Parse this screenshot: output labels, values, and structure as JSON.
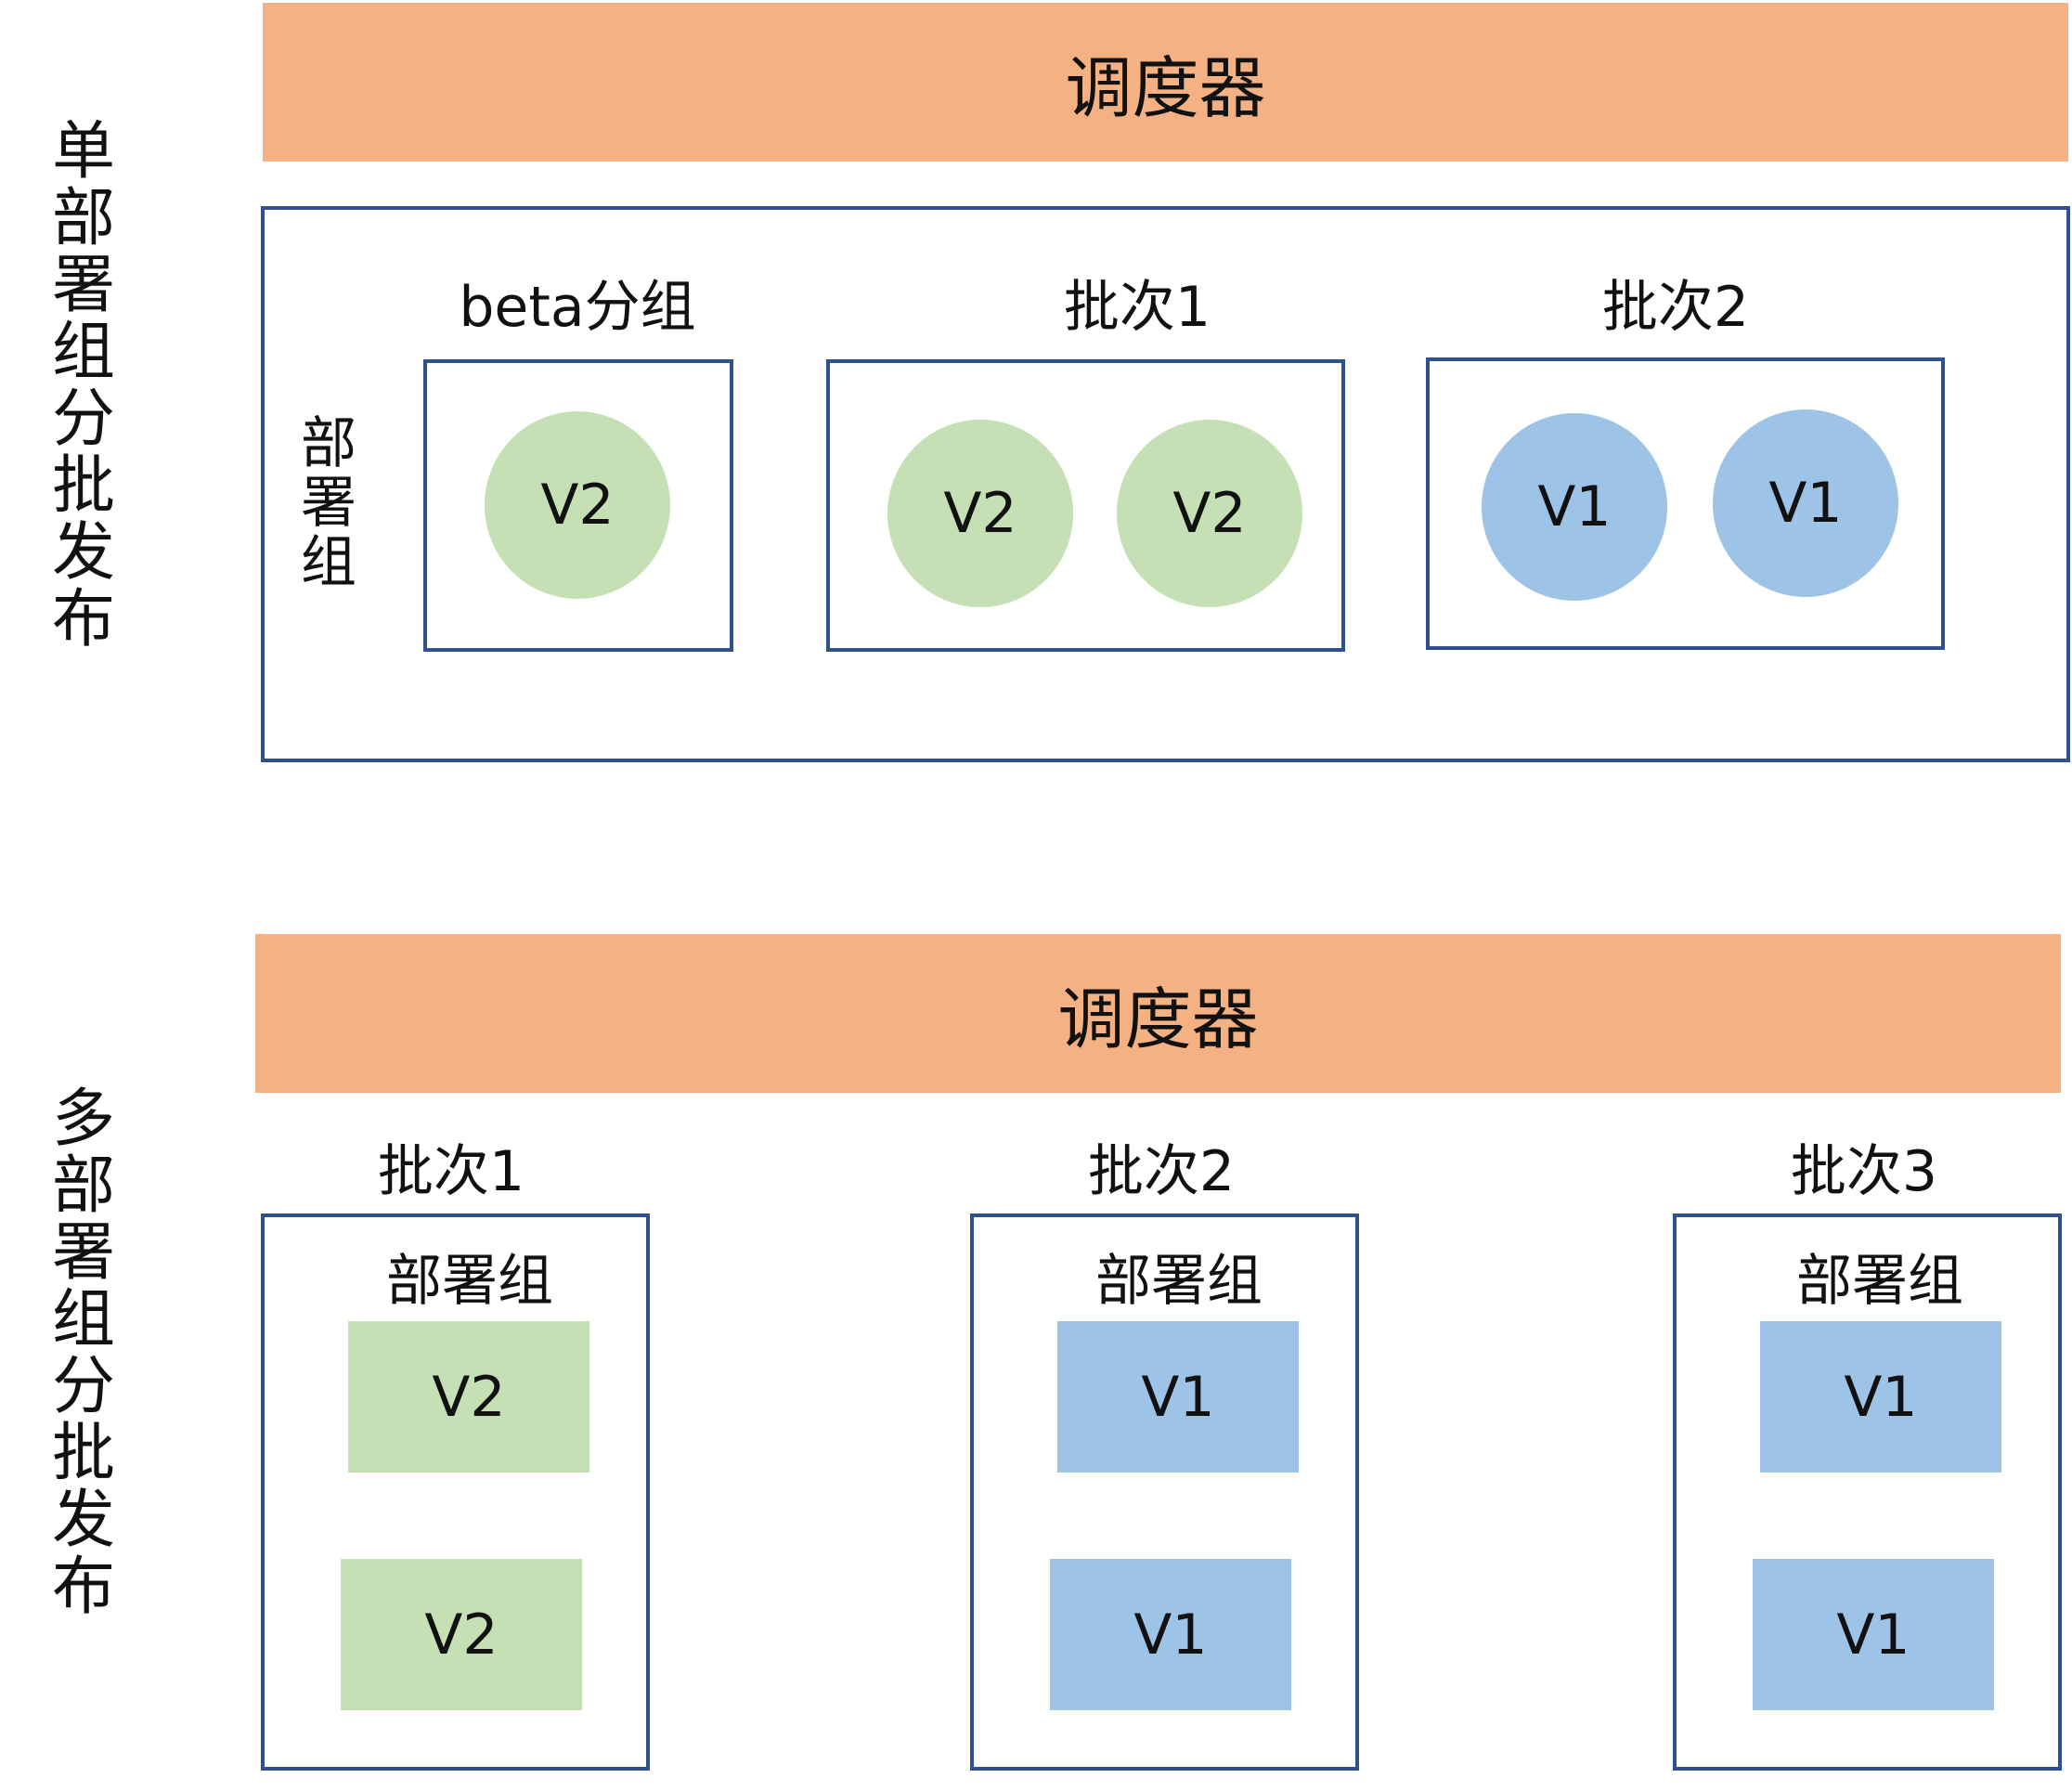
{
  "colors": {
    "scheduler": "#f4b183",
    "v2": "#c5e0b4",
    "v1": "#9dc3e6",
    "border": "#2f528f"
  },
  "single": {
    "side_label": "单部署组分批发布",
    "scheduler": "调度器",
    "group_label": "部署组",
    "batches": [
      {
        "title": "beta分组",
        "items": [
          "V2"
        ]
      },
      {
        "title": "批次1",
        "items": [
          "V2",
          "V2"
        ]
      },
      {
        "title": "批次2",
        "items": [
          "V1",
          "V1"
        ]
      }
    ]
  },
  "multi": {
    "side_label": "多部署组分批发布",
    "scheduler": "调度器",
    "batches": [
      {
        "title": "批次1",
        "group": "部署组",
        "items": [
          "V2",
          "V2"
        ]
      },
      {
        "title": "批次2",
        "group": "部署组",
        "items": [
          "V1",
          "V1"
        ]
      },
      {
        "title": "批次3",
        "group": "部署组",
        "items": [
          "V1",
          "V1"
        ]
      }
    ]
  }
}
